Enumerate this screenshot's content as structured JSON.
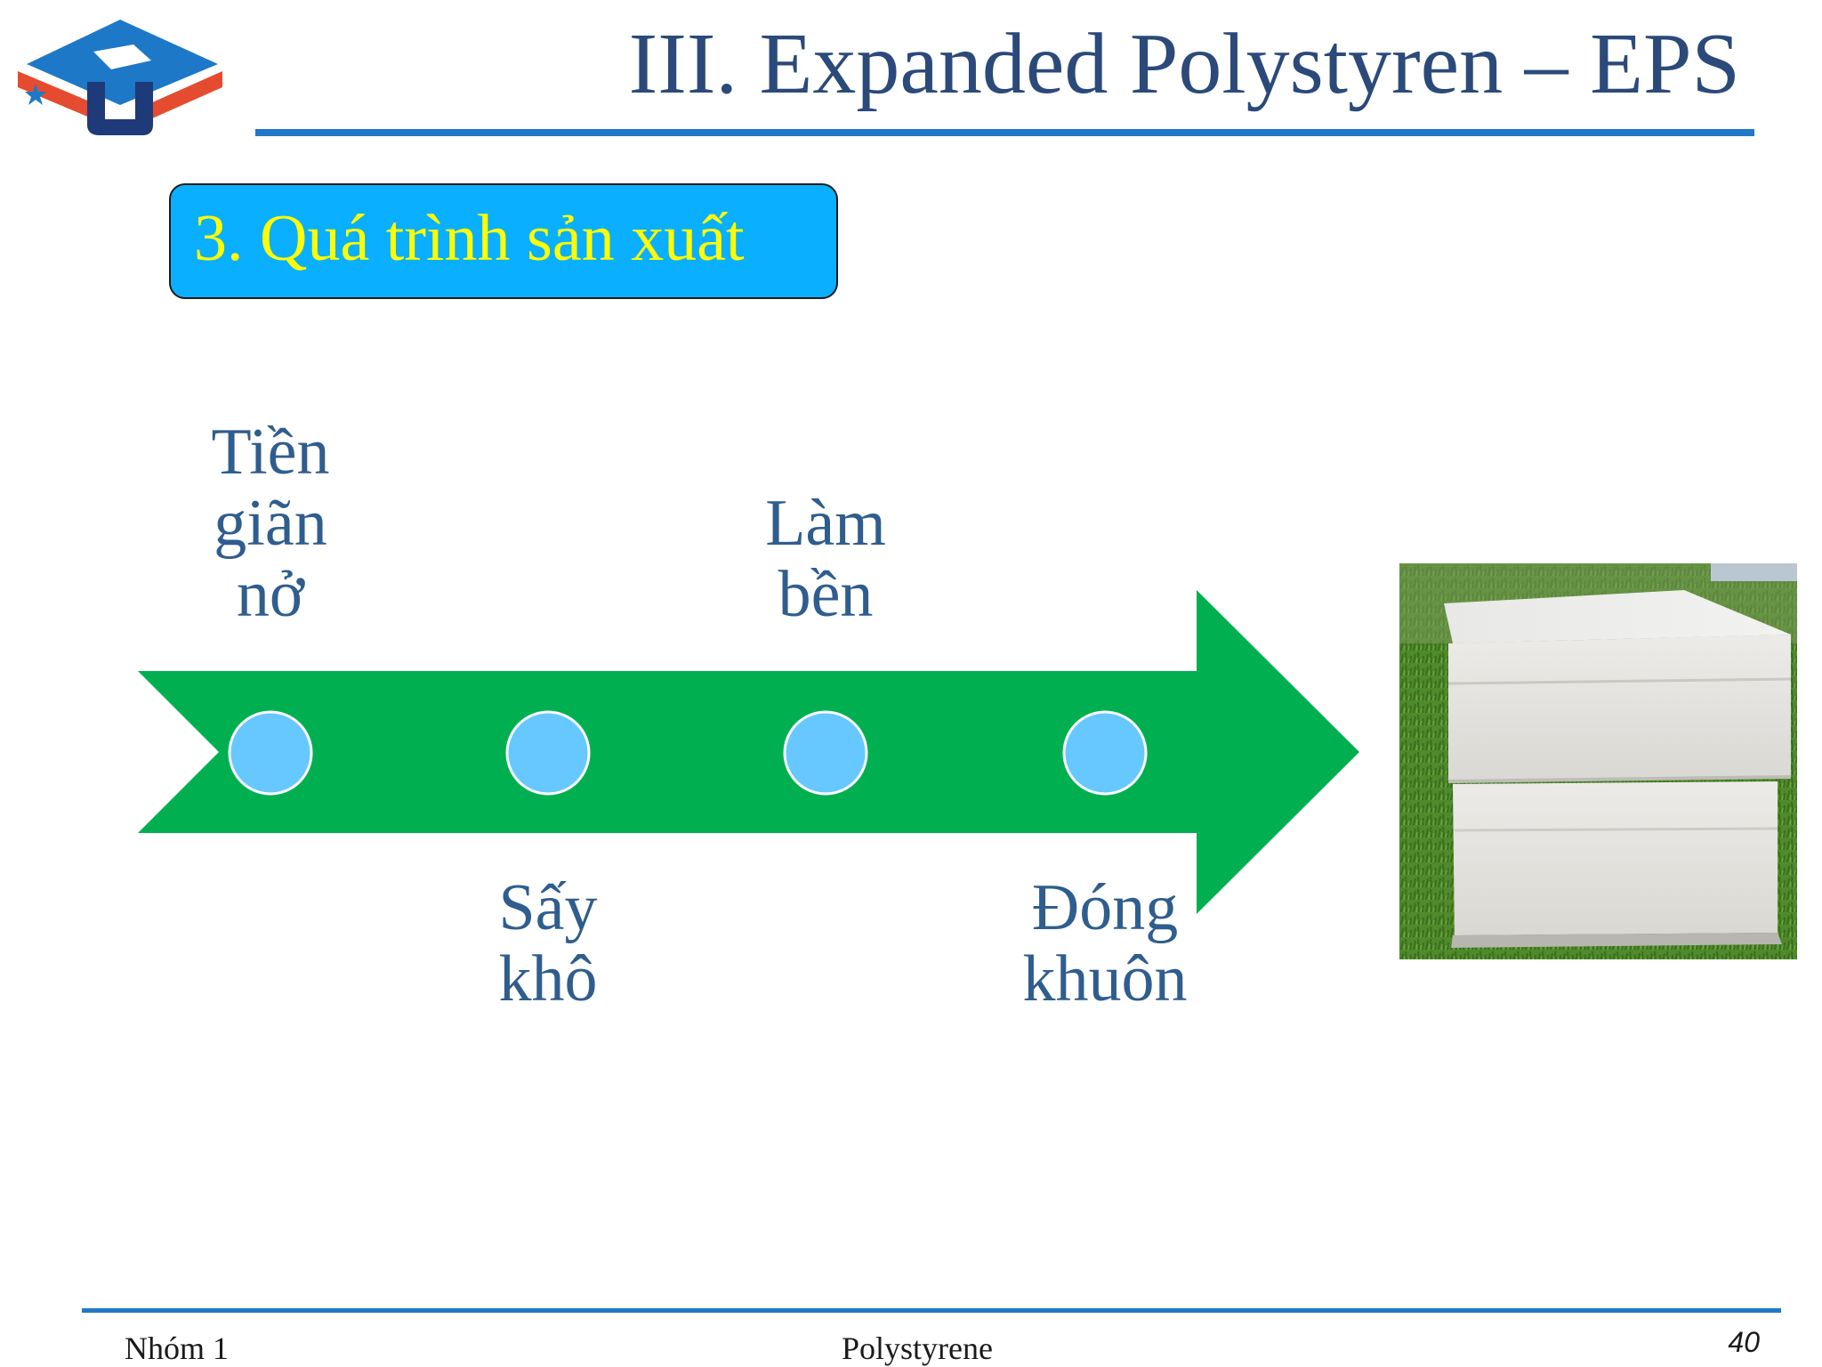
{
  "header": {
    "title": "III. Expanded Polystyren – EPS"
  },
  "section": {
    "label": "3. Quá trình sản xuất"
  },
  "process_steps": [
    {
      "lines": [
        "Tiền",
        "giãn",
        "nở"
      ],
      "position": "above"
    },
    {
      "lines": [
        "Sấy",
        "khô"
      ],
      "position": "below"
    },
    {
      "lines": [
        "Làm",
        "bền"
      ],
      "position": "above"
    },
    {
      "lines": [
        "Đóng",
        "khuôn"
      ],
      "position": "below"
    }
  ],
  "colors": {
    "title_text": "#2b4a7a",
    "rule": "#1f78c8",
    "section_fill": "#0ab0ff",
    "section_text": "#ffff00",
    "arrow": "#00b050",
    "step_dot": "#66c8ff",
    "step_text": "#2f5d8e"
  },
  "footer": {
    "group": "Nhóm 1",
    "topic": "Polystyrene",
    "page_number": "40"
  }
}
